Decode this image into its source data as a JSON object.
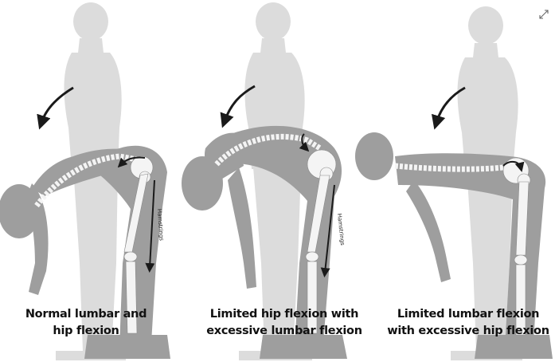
{
  "figure": {
    "panels": [
      {
        "caption_line1": "Normal lumbar and",
        "caption_line2": "hip flexion",
        "hamstring_label": "Hamstrings"
      },
      {
        "caption_line1": "Limited hip flexion with",
        "caption_line2": "excessive lumbar flexion",
        "hamstring_label": "Hamstrings"
      },
      {
        "caption_line1": "Limited lumbar flexion",
        "caption_line2": "with excessive hip flexion",
        "hamstring_label": ""
      }
    ],
    "colors": {
      "ghost_figure": "#dcdcdc",
      "bent_figure": "#9e9e9e",
      "bone": "#f4f4f4",
      "arrow": "#1a1a1a",
      "caption": "#111111"
    },
    "expand_icon": "expand-arrows-icon"
  }
}
